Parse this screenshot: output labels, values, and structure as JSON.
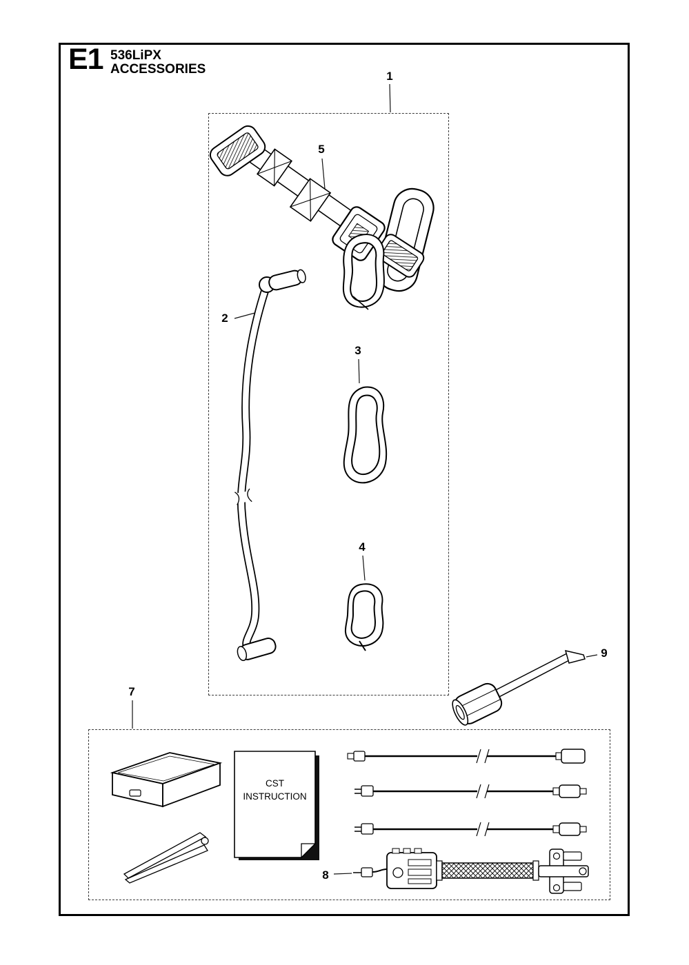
{
  "page": {
    "section_code": "E1",
    "model": "536LiPX",
    "title": "ACCESSORIES"
  },
  "callouts": {
    "group_1": "1",
    "item_2": "2",
    "item_3": "3",
    "item_4": "4",
    "item_5": "5",
    "group_7": "7",
    "item_8": "8",
    "item_9": "9"
  },
  "booklet": {
    "line1": "CST",
    "line2": "INSTRUCTION"
  }
}
